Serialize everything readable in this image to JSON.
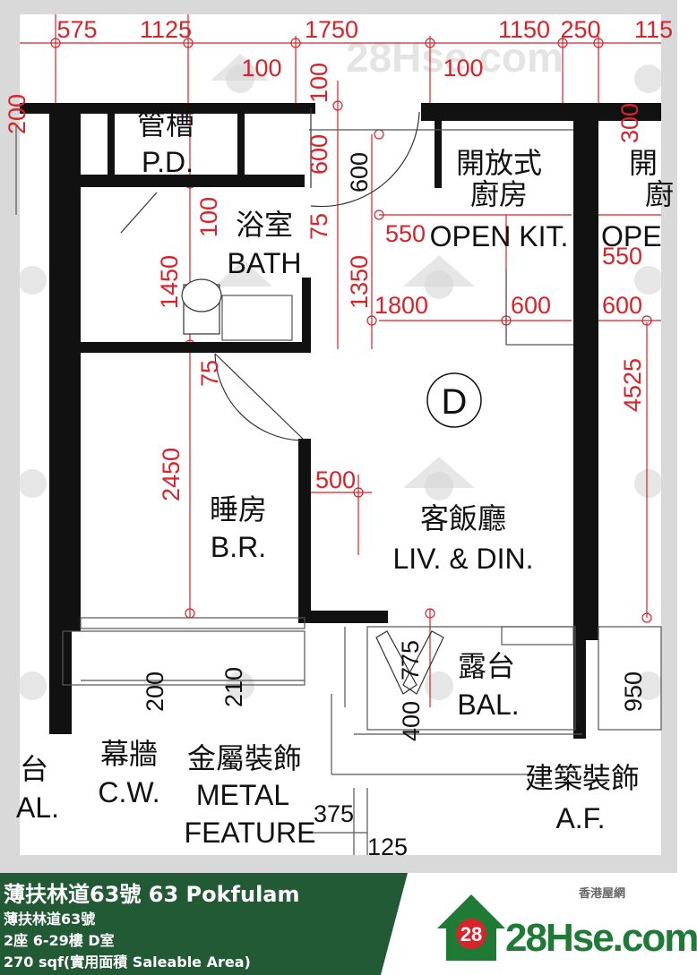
{
  "watermark": {
    "text": "28Hse.com",
    "badge": "28"
  },
  "plan": {
    "unit_mark": "D",
    "rooms": {
      "pd_zh": "管槽",
      "pd_en": "P.D.",
      "bath_zh": "浴室",
      "bath_en": "BATH",
      "kitchen_zh_1": "開放式",
      "kitchen_zh_2": "廚房",
      "kitchen_en": "OPEN KIT.",
      "kitchen2_zh_1": "開",
      "kitchen2_zh_2": "廚",
      "kitchen2_en": "OPE",
      "bedroom_zh": "睡房",
      "bedroom_en": "B.R.",
      "living_zh": "客飯廳",
      "living_en": "LIV. & DIN.",
      "balcony_zh": "露台",
      "balcony_en": "BAL.",
      "left_balcony_zh": "台",
      "left_balcony_en": "AL.",
      "cw_zh": "幕牆",
      "cw_en": "C.W.",
      "metal_zh": "金屬裝飾",
      "metal_en_1": "METAL",
      "metal_en_2": "FEATURE",
      "af_zh": "建築裝飾",
      "af_en": "A.F."
    },
    "dimensions": {
      "top_575": "575",
      "top_1125": "1125",
      "top_1750": "1750",
      "top_1150": "1150",
      "top_250": "250",
      "top_115": "115",
      "d_100a": "100",
      "d_100b": "100",
      "d_200": "200",
      "d_100c": "100",
      "d_600a": "600",
      "d_600b": "600",
      "d_100d": "100",
      "d_75a": "75",
      "d_1450": "1450",
      "d_1350": "1350",
      "d_550a": "550",
      "d_550b": "550",
      "d_1800": "1800",
      "d_600c": "600",
      "d_600d": "600",
      "d_300": "300",
      "d_75b": "75",
      "d_4525": "4525",
      "d_2450": "2450",
      "d_500": "500",
      "d_775": "775",
      "d_200b": "200",
      "d_210": "210",
      "d_400": "400",
      "d_950": "950",
      "d_375": "375",
      "d_125": "125"
    }
  },
  "footer": {
    "title": "薄扶林道63號 63 Pokfulam",
    "subtitle": "薄扶林道63號",
    "unit": "2座 6-29樓 D室",
    "area": "270 sqf(實用面積 Saleable Area)",
    "logo_tag": "香港屋網",
    "logo_badge": "28",
    "logo_brand": "28Hse.com",
    "brand_color": "#1f7a36",
    "footer_color": "#235a36"
  }
}
